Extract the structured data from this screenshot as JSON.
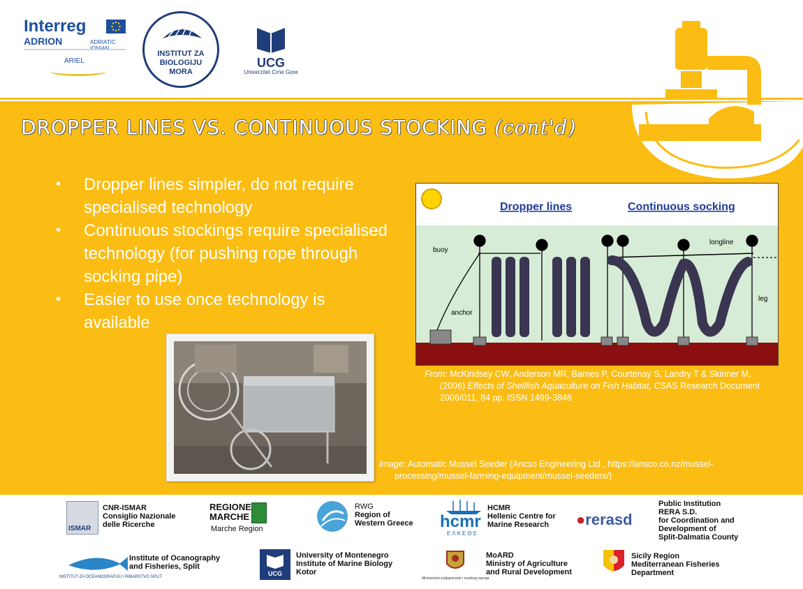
{
  "header": {
    "interreg": {
      "name": "Interreg",
      "program": "ADRION",
      "sub": "ADRIATIC IONIAN",
      "project": "ARIEL"
    },
    "ibm": {
      "line1": "INSTITUT ZA",
      "line2": "BIOLOGIJU",
      "line3": "MORA"
    },
    "ucg": {
      "abbr": "UCG",
      "full": "Univerzitet Crne Gore"
    }
  },
  "slide": {
    "title_main": "DROPPER LINES VS. CONTINUOUS STOCKING ",
    "title_cont": "(cont'd)",
    "bullets": [
      "Dropper lines simpler, do not require specialised technology",
      "Continuous stockings require specialised technology (for pushing rope through socking pipe)",
      "Easier to use once technology is available"
    ],
    "diagram": {
      "label_dropper": "Dropper lines",
      "label_continuous": "Continuous socking",
      "buoy": "buoy",
      "longline": "longline",
      "anchor": "anchor",
      "leg": "leg"
    },
    "caption_from_prefix": "From:",
    "caption_from_1": " McKindsey CW, Anderson MR, Barnes P, Courtenay S, Landry T & Skinner M,",
    "caption_from_2a": "(2006) ",
    "caption_from_2b": "Effects of Shellfish Aquaculture on Fish Habitat,",
    "caption_from_2c": " CSAS Research Document",
    "caption_from_3": "2006/011, 84 pp. ISSN 1499-3848",
    "caption_image_prefix": "Image:",
    "caption_image_1": " Automatic Mussel Seeder (Ancso Engineering Ltd., https://ansco.co.nz/mussel-",
    "caption_image_2": "processing/mussel-farming-equipment/mussel-seeders/)"
  },
  "footer": {
    "cnr": {
      "l1": "CNR-ISMAR",
      "l2": "Consiglio Nazionale",
      "l3": "delle Ricerche",
      "logo": "ISMAR"
    },
    "marche": {
      "l1": "REGIONE",
      "l2": "MARCHE",
      "l3": "Marche Region"
    },
    "rwg": {
      "l1": "RWG",
      "l2": "Region of",
      "l3": "Western Greece"
    },
    "hcmr": {
      "l1": "HCMR",
      "l2": "Hellenic Centre for",
      "l3": "Marine Research",
      "logo": "hcmr",
      "sub": "ΕΛΚΕΘΕ"
    },
    "rera": {
      "l1": "Public Institution",
      "l2": "RERA S.D.",
      "l3": "for Coordination and",
      "l4": "Development of",
      "l5": "Split-Dalmatia County",
      "logo": "rerasd"
    },
    "izor": {
      "l1": "Institute of Ocanography",
      "l2": "and Fisheries, Split",
      "logo": "INSTITUT ZA OCEANOGRAFIJU I RIBARSTVO SPLIT"
    },
    "um": {
      "l1": "University of Montenegro",
      "l2": "Institute of Marine Biology",
      "l3": "Kotor",
      "logo": "UCG"
    },
    "moard": {
      "l1": "MoARD",
      "l2": "Ministry of Agriculture",
      "l3": "and Rural Development",
      "logo": "Ministarstvo poljoprivrede i ruralnog razvoja"
    },
    "sicily": {
      "l1": "Sicily Region",
      "l2": "Mediterranean Fisheries",
      "l3": "Department"
    }
  },
  "colors": {
    "accent": "#fbbd13",
    "eu_blue": "#1d4f9c",
    "ucg_blue": "#1f3d7a",
    "seabed": "#8b0f0f",
    "water": "#d6ecd6"
  }
}
